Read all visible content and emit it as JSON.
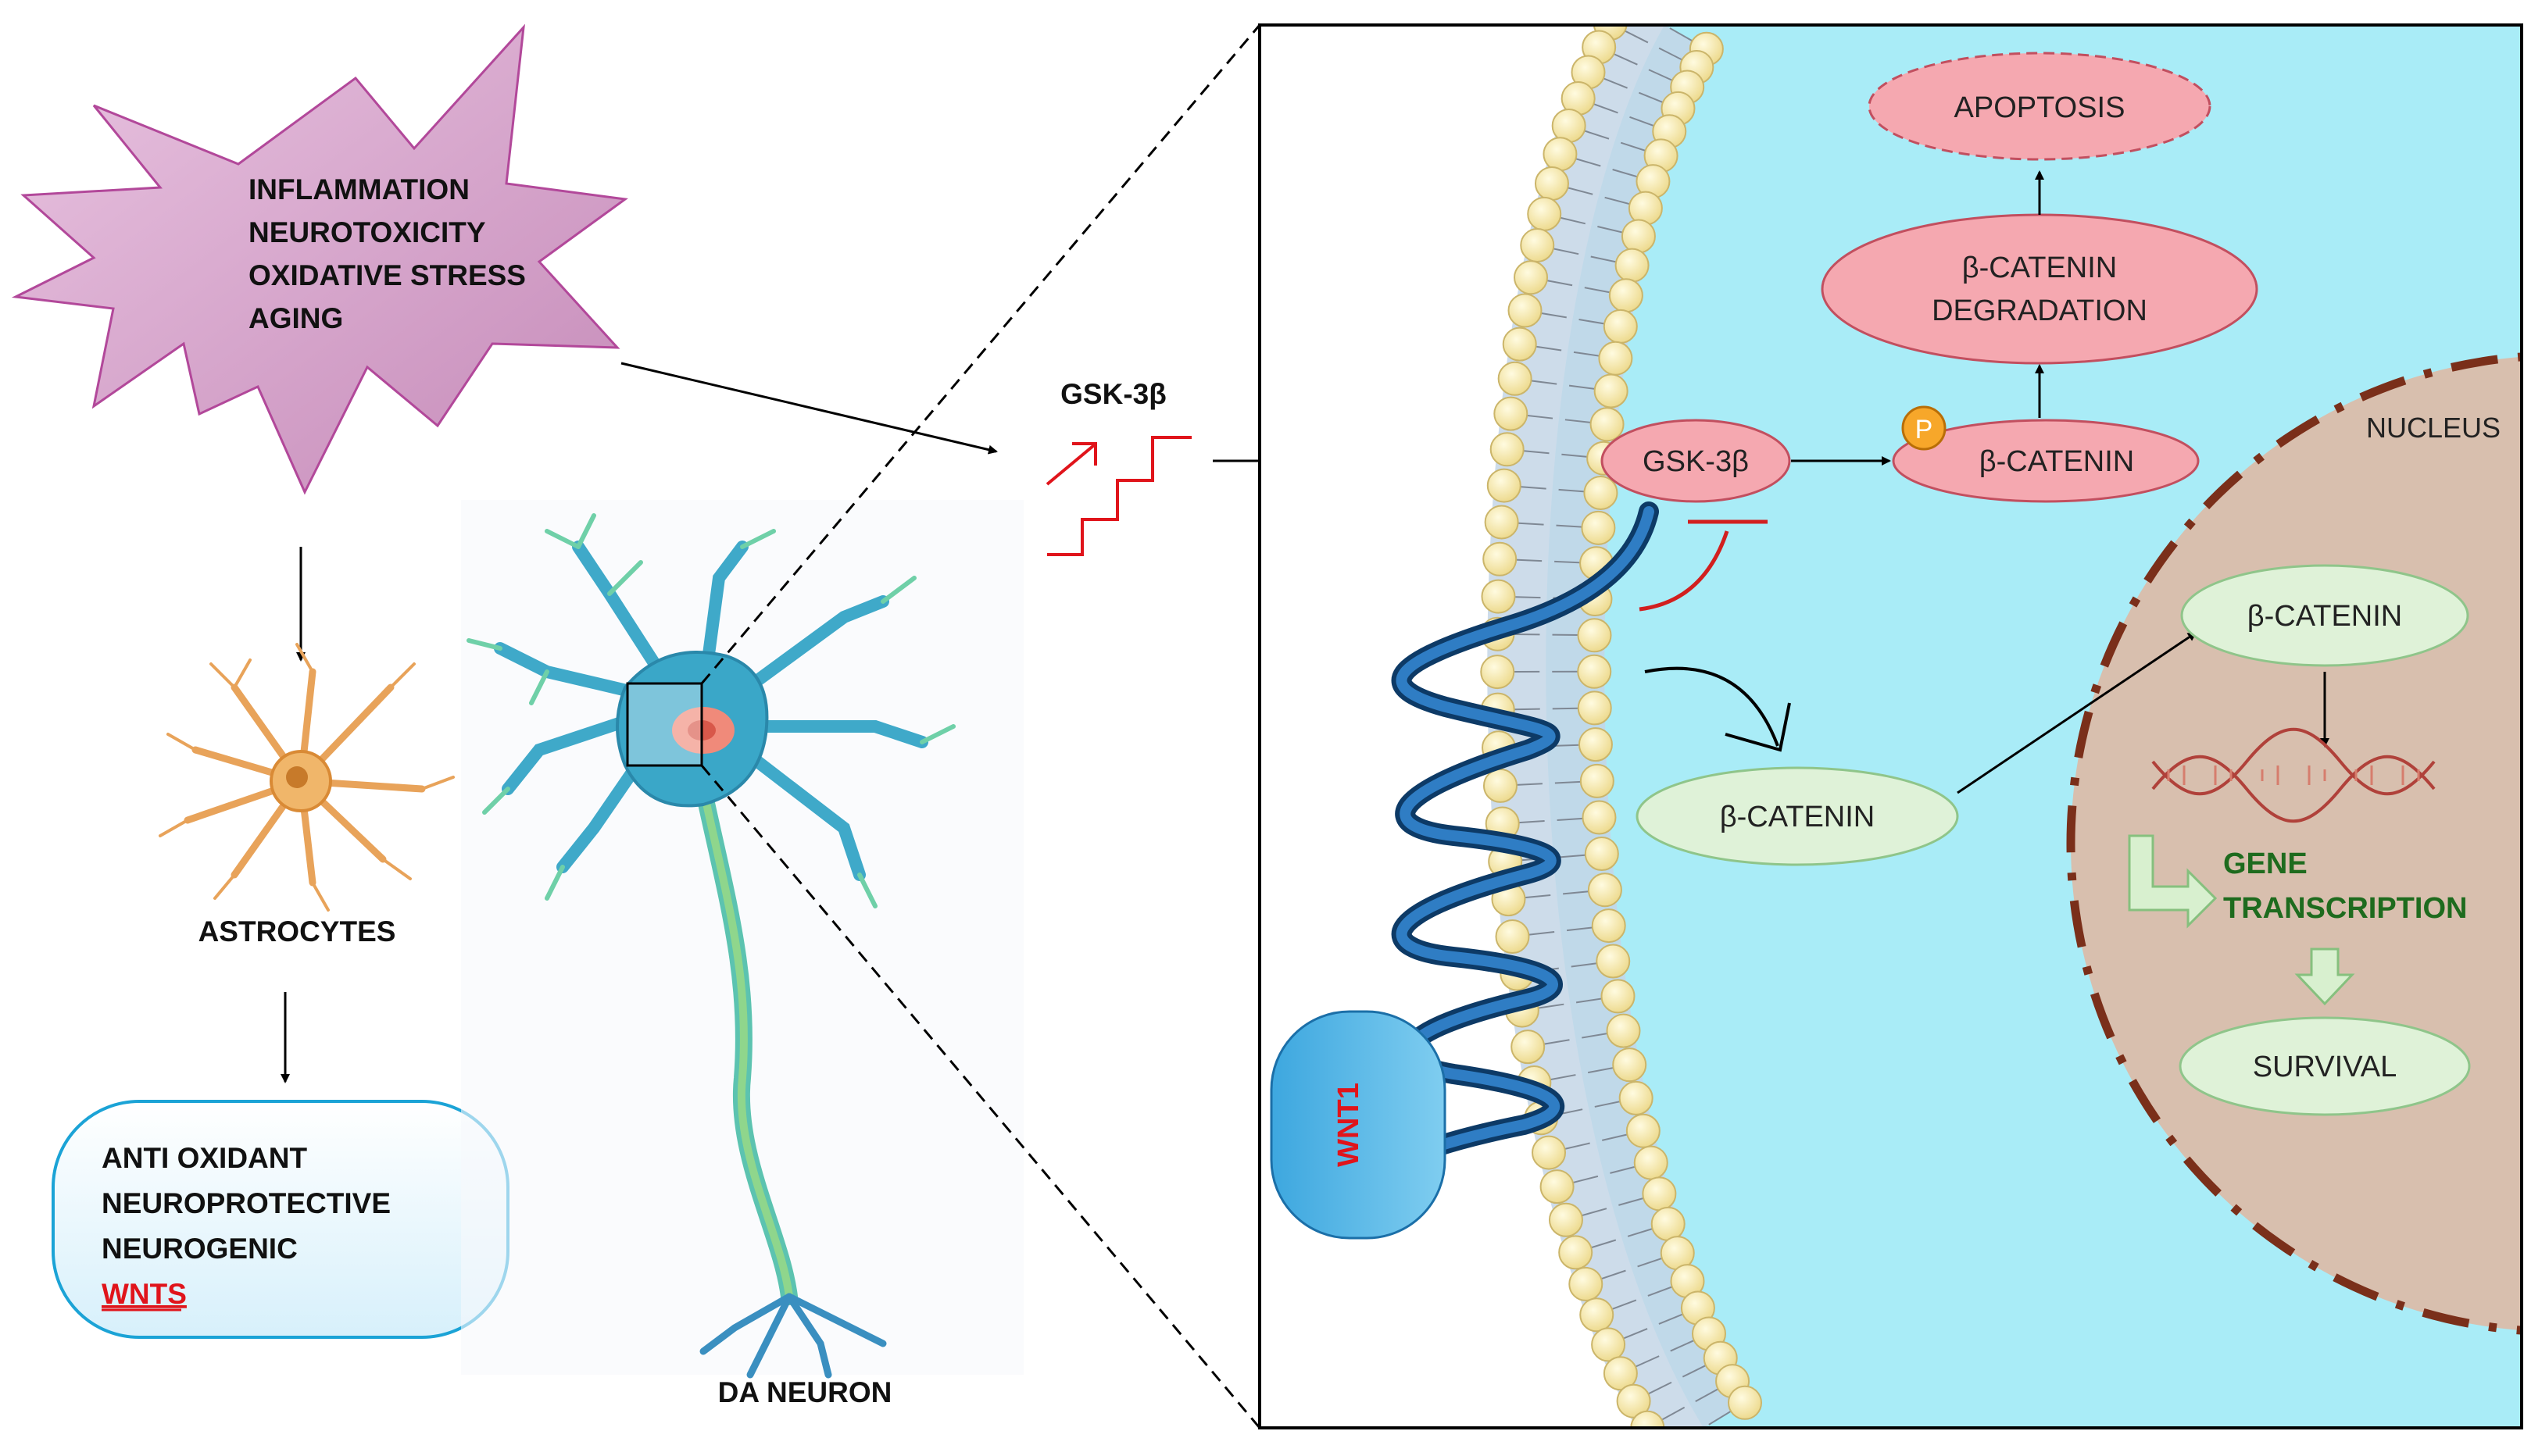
{
  "stressors": {
    "items": [
      "INFLAMMATION",
      "NEUROTOXICITY",
      "OXIDATIVE STRESS",
      "AGING"
    ]
  },
  "astrocytes": {
    "label": "ASTROCYTES"
  },
  "protective_box": {
    "items": [
      "ANTI OXIDANT",
      "NEUROPROTECTIVE",
      "NEUROGENIC"
    ],
    "highlight": "WNTS"
  },
  "neuron": {
    "label": "DA NEURON"
  },
  "gsk_increase": {
    "label": "GSK-3β"
  },
  "cell": {
    "apoptosis": "APOPTOSIS",
    "degradation": [
      "β-CATENIN",
      "DEGRADATION"
    ],
    "gsk": "GSK-3β",
    "phospho": "P",
    "bcatenin_phospho": "β-CATENIN",
    "bcatenin_free": "β-CATENIN",
    "wnt": "WNT1"
  },
  "nucleus": {
    "label": "NUCLEUS",
    "bcatenin": "β-CATENIN",
    "transcription": [
      "GENE",
      "TRANSCRIPTION"
    ],
    "survival": "SURVIVAL"
  },
  "colors": {
    "stress_fill": "#d9a6cf",
    "pink_node": "#f5a8b0",
    "green_node": "#dff2d8",
    "cytoplasm": "#a9ecf7",
    "nucleus": "#d8bfae",
    "nucleus_border": "#7a2f1a",
    "inhibit": "#d21f1f",
    "green_text": "#1e6b1e",
    "wnt_red": "#e0141b"
  }
}
